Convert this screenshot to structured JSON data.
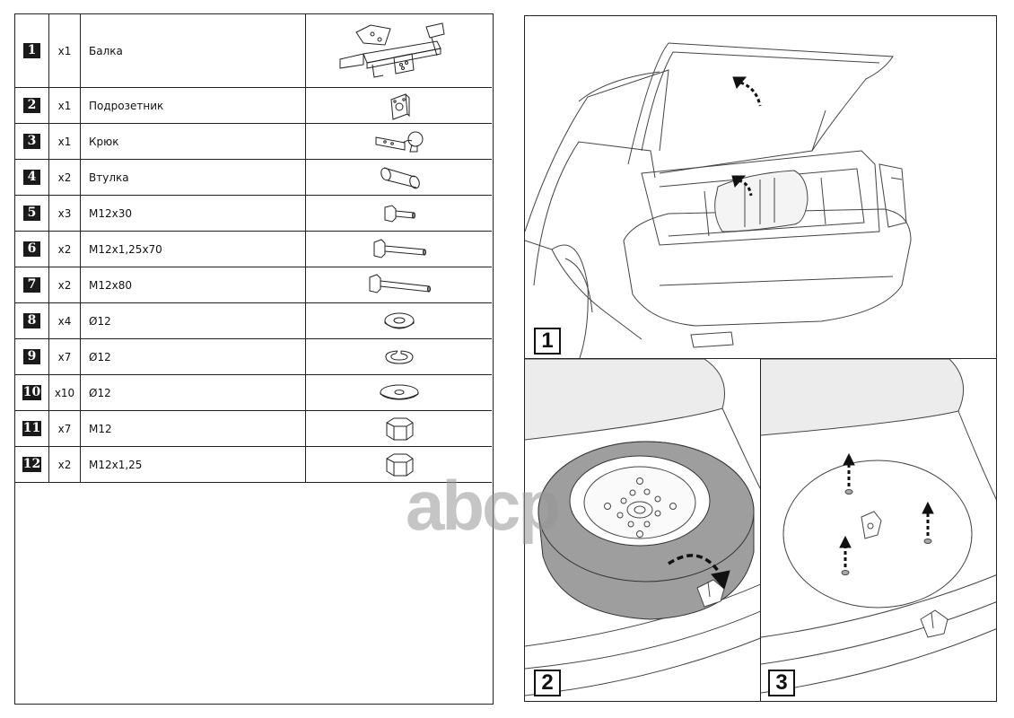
{
  "parts": [
    {
      "num": "1",
      "qty": "x1",
      "name": "Балка",
      "icon": "tow-bar-beam-icon"
    },
    {
      "num": "2",
      "qty": "x1",
      "name": "Подрозетник",
      "icon": "socket-bracket-icon"
    },
    {
      "num": "3",
      "qty": "x1",
      "name": "Крюк",
      "icon": "tow-hook-icon"
    },
    {
      "num": "4",
      "qty": "x2",
      "name": "Втулка",
      "icon": "bushing-icon"
    },
    {
      "num": "5",
      "qty": "x3",
      "name": "M12x30",
      "icon": "bolt-short-icon"
    },
    {
      "num": "6",
      "qty": "x2",
      "name": "M12x1,25x70",
      "icon": "bolt-long-icon"
    },
    {
      "num": "7",
      "qty": "x2",
      "name": "M12x80",
      "icon": "bolt-longer-icon"
    },
    {
      "num": "8",
      "qty": "x4",
      "name": "Ø12",
      "icon": "flat-washer-icon"
    },
    {
      "num": "9",
      "qty": "x7",
      "name": "Ø12",
      "icon": "spring-washer-icon"
    },
    {
      "num": "10",
      "qty": "x10",
      "name": "Ø12",
      "icon": "large-washer-icon"
    },
    {
      "num": "11",
      "qty": "x7",
      "name": "M12",
      "icon": "hex-nut-icon"
    },
    {
      "num": "12",
      "qty": "x2",
      "name": "M12x1,25",
      "icon": "hex-nut-fine-icon"
    }
  ],
  "steps": [
    {
      "label": "1",
      "scene": "open-trunk-lift-floor"
    },
    {
      "label": "2",
      "scene": "remove-spare-wheel"
    },
    {
      "label": "3",
      "scene": "remove-plugs-in-floor"
    }
  ],
  "watermark": "abcp",
  "colors": {
    "line": "#222222",
    "badge": "#1a1a1a",
    "tire": "#9a9a9a",
    "watermark": "#969696"
  }
}
